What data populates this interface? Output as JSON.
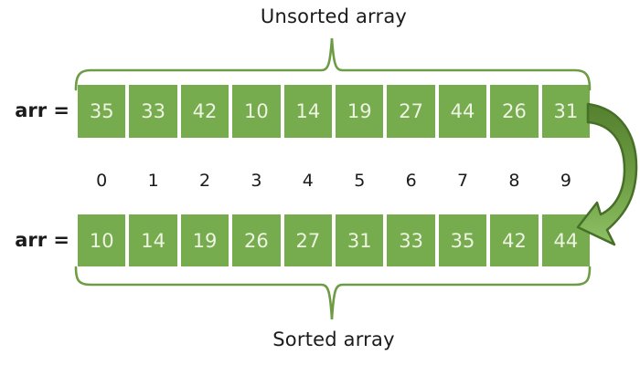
{
  "diagram": {
    "title_top": "Unsorted array",
    "title_bottom": "Sorted array",
    "array_label_top": "arr =",
    "array_label_bottom": "arr =",
    "unsorted_values": [
      "35",
      "33",
      "42",
      "10",
      "14",
      "19",
      "27",
      "44",
      "26",
      "31"
    ],
    "indices": [
      "0",
      "1",
      "2",
      "3",
      "4",
      "5",
      "6",
      "7",
      "8",
      "9"
    ],
    "sorted_values": [
      "10",
      "14",
      "19",
      "26",
      "27",
      "31",
      "33",
      "35",
      "42",
      "44"
    ],
    "icons": {
      "arrow": "curved-sort-arrow",
      "brace_top": "curly-brace-up",
      "brace_bottom": "curly-brace-down"
    },
    "colors": {
      "cell": "#76ab4e",
      "cellText": "#eef3e2",
      "brace": "#6d9c44",
      "arrowStroke": "#466f28",
      "arrowTop": "#55802f",
      "arrowMid": "#6f9e44",
      "arrowBottom": "#8fc167",
      "text": "#1b1b1b"
    }
  }
}
